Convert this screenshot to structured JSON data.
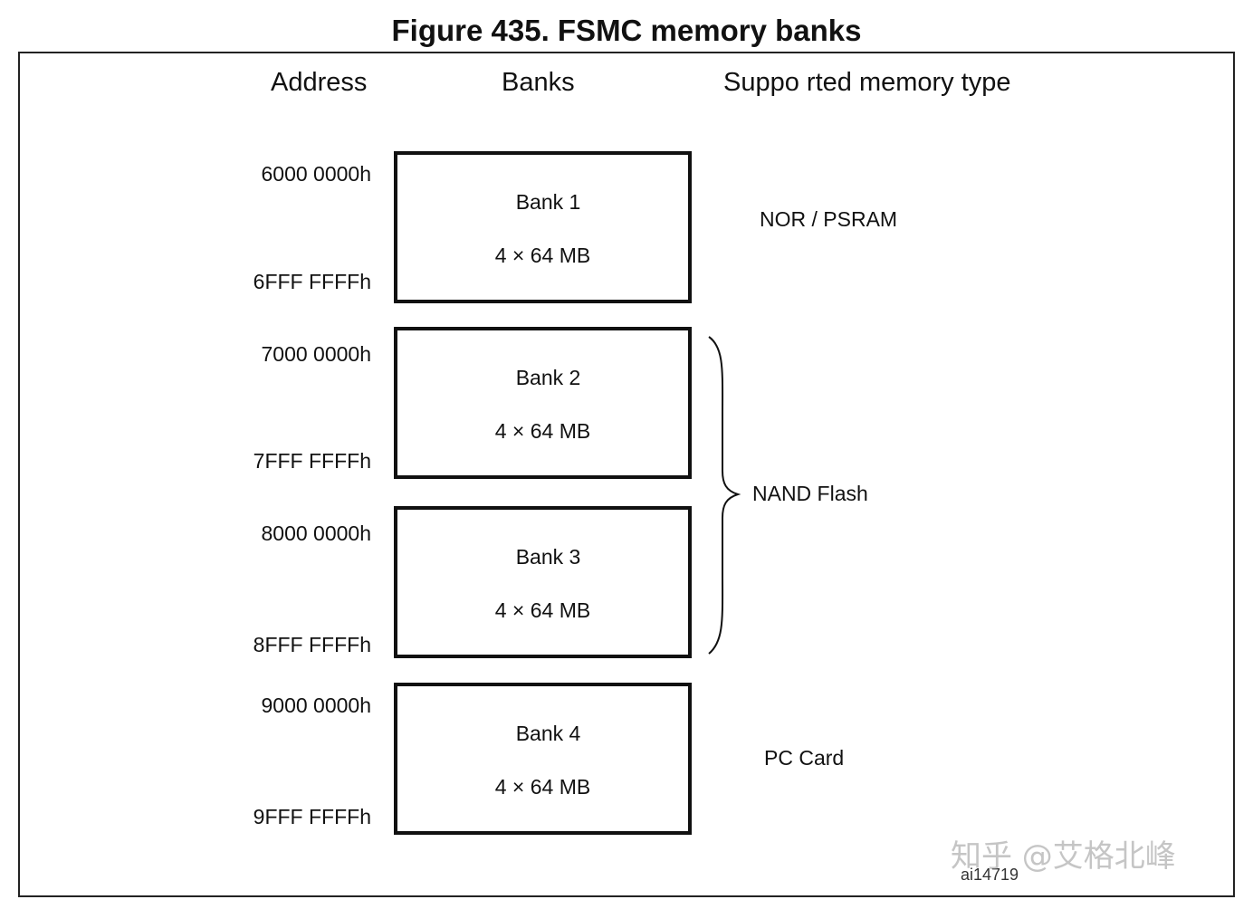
{
  "title": "Figure 435. FSMC memory banks",
  "headers": {
    "address": "Address",
    "banks": "Banks",
    "memory_type": "Suppo rted memory type"
  },
  "banks": [
    {
      "name": "Bank 1",
      "size": "4 × 64 MB",
      "start": "6000 0000h",
      "end": "6FFF FFFFh"
    },
    {
      "name": "Bank 2",
      "size": "4 × 64 MB",
      "start": "7000 0000h",
      "end": "7FFF FFFFh"
    },
    {
      "name": "Bank 3",
      "size": "4 × 64 MB",
      "start": "8000 0000h",
      "end": "8FFF FFFFh"
    },
    {
      "name": "Bank 4",
      "size": "4 × 64 MB",
      "start": "9000 0000h",
      "end": "9FFF FFFFh"
    }
  ],
  "memory_types": {
    "bank1": "NOR /  PSRAM",
    "bank2_3": "NAND Flash",
    "bank4": "PC Card"
  },
  "reference": "ai14719",
  "watermark": "知乎 @艾格北峰"
}
